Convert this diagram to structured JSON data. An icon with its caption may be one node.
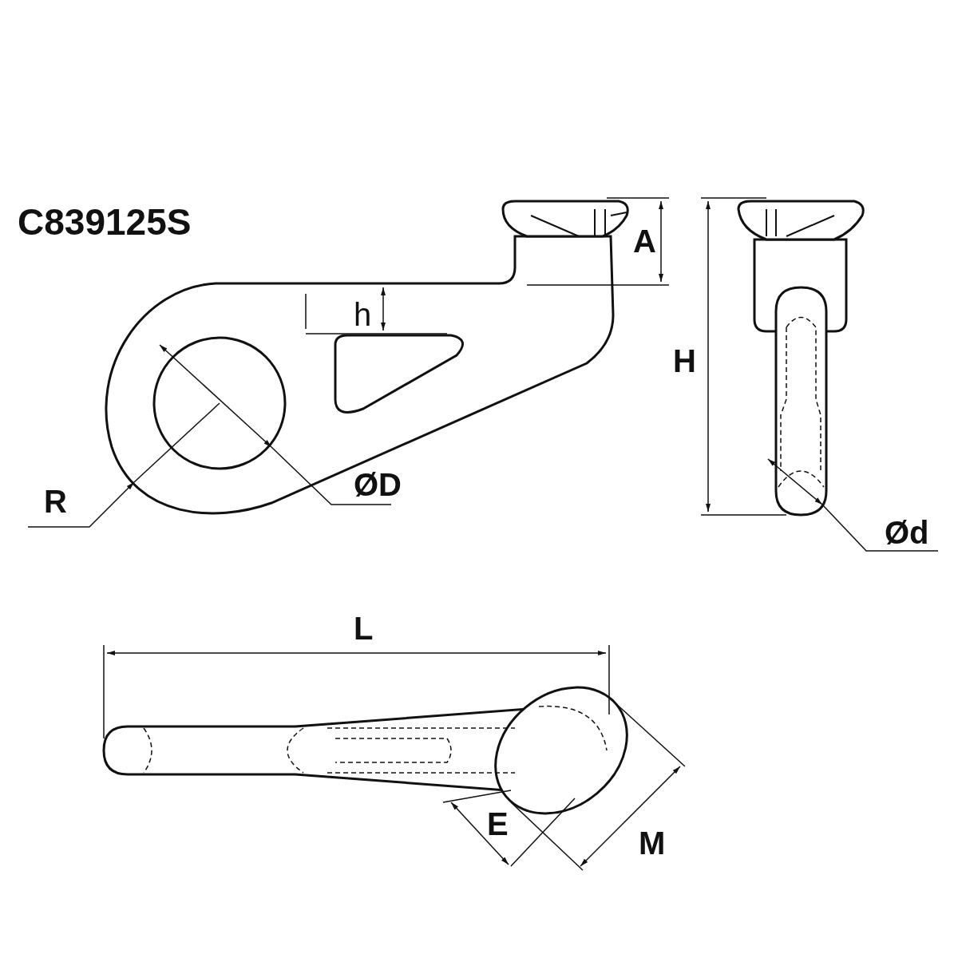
{
  "diagram": {
    "title": "C839125S",
    "labels": [
      "A",
      "h",
      "H",
      "ØD",
      "R",
      "Ød",
      "L",
      "E",
      "M"
    ]
  }
}
